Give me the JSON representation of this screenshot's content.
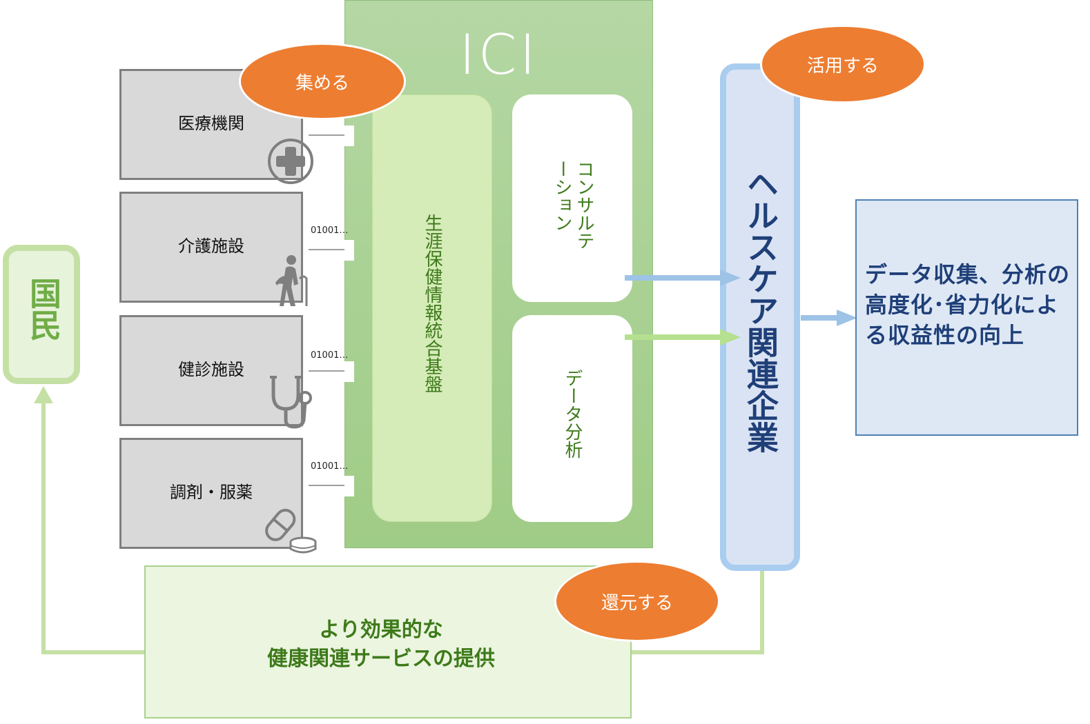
{
  "title": "ICI",
  "citizens": "国民",
  "sources": [
    {
      "label": "医療機関",
      "icon": "medical-cross-icon"
    },
    {
      "label": "介護施設",
      "icon": "elderly-person-icon"
    },
    {
      "label": "健診施設",
      "icon": "stethoscope-icon"
    },
    {
      "label": "調剤・服薬",
      "icon": "pill-icon"
    }
  ],
  "data_label": "01001…",
  "platform": "生涯保健情報統合基盤",
  "consultation": "コンサルテーション",
  "analysis": "データ分析",
  "healthcare": "ヘルスケア関連企業",
  "outcome": "データ収集、分析の高度化･省力化による収益性の向上",
  "service": {
    "line1": "より効果的な",
    "line2": "健康関連サービスの提供"
  },
  "steps": {
    "collect": "集める",
    "use": "活用する",
    "return": "還元する"
  },
  "colors": {
    "orange": "#ed7d31",
    "green_panel": "#a9d18e",
    "light_green": "#d5ebb8",
    "blue_border": "#9dc3e6",
    "navy_text": "#1f3f78",
    "dark_green_text": "#3d7a1a"
  }
}
